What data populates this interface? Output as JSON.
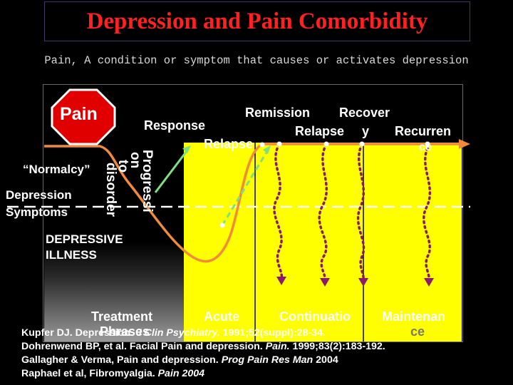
{
  "title": "Depression and Pain Comorbidity",
  "subtitle": "Pain, A condition or symptom that causes or activates depression",
  "labels": {
    "pain": "Pain",
    "normalcy": "“Normalcy”",
    "symptoms_1": "Depression",
    "symptoms_2": "Symptoms",
    "illness_1": "DEPRESSIVE",
    "illness_2": "ILLNESS",
    "response": "Response",
    "relapse_1": "Relapse",
    "remission": "Remission",
    "recovery_1": "Recover",
    "recovery_2": "y",
    "relapse_2": "Relapse",
    "recurrence_1": "Recurren",
    "recurrence_2": "ce",
    "treatment_1": "Treatment",
    "treatment_2": "Phrases",
    "acute": "Acute",
    "continuation": "Continuatio",
    "maintenance_1": "Maintenan",
    "maintenance_2": "ce"
  },
  "progression_text": [
    "Pr",
    "og",
    "re",
    "ss",
    "i",
    "on",
    "to",
    "di",
    "so",
    "rd",
    "er"
  ],
  "references": [
    {
      "pre": "Kupfer DJ. Depression. ",
      "journal": "J Clin Psychiatry.",
      "post": " 1991;52(suppl):28-34."
    },
    {
      "pre": "Dohrenwend BP, et al. Facial Pain and depression.  ",
      "journal": "Pain.",
      "post": " 1999;83(2):183-192."
    },
    {
      "pre": "Gallagher & Verma, Pain and depression. ",
      "journal": "Prog Pain Res Man",
      "post": "  2004"
    },
    {
      "pre": "Raphael et al, Fibromyalgia. ",
      "journal": "Pain 2004",
      "post": ""
    }
  ],
  "colors": {
    "title": "#ff2020",
    "stop_sign": "#e00000",
    "phase_fill": "#ffff00",
    "main_curve": "#f28a3c",
    "relapse_line": "#7fe07f",
    "relapse_arrows": "#8b1a6b",
    "treatment_band": "#8a8a8a"
  }
}
